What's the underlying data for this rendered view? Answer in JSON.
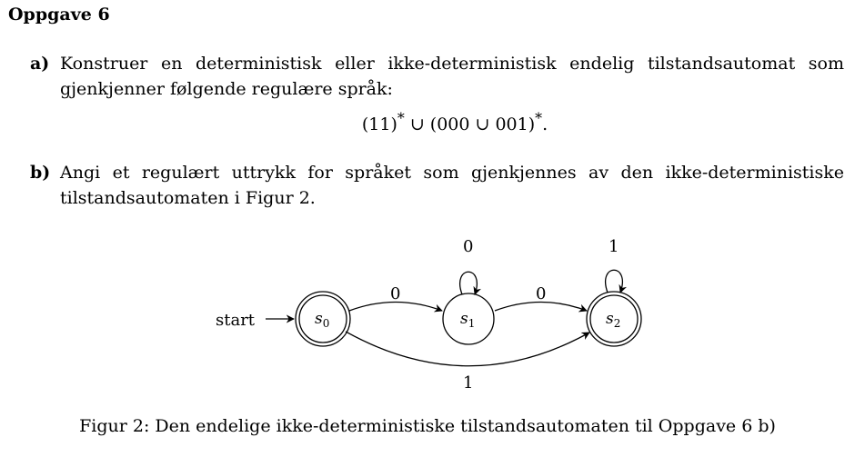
{
  "title": "Oppgave 6",
  "part_a": {
    "label": "a)",
    "text": "Konstruer en deterministisk eller ikke-deterministisk endelig tilstandsautomat som gjenkjenner følgende regulære språk:",
    "formula_part1": "(11)",
    "formula_star1": "*",
    "formula_union": " ∪ (000 ∪ 001)",
    "formula_star2": "*",
    "formula_end": "."
  },
  "part_b": {
    "label": "b)",
    "text": "Angi et regulært uttrykk for språket som gjenkjennes av den ikke-deterministiske tilstandsautomaten i Figur 2."
  },
  "diagram": {
    "start_label": "start",
    "states": [
      {
        "name": "s",
        "sub": "0",
        "accepting": true
      },
      {
        "name": "s",
        "sub": "1",
        "accepting": false
      },
      {
        "name": "s",
        "sub": "2",
        "accepting": true
      }
    ],
    "transitions": [
      {
        "from": "s0",
        "to": "s1",
        "label": "0"
      },
      {
        "from": "s1",
        "to": "s1",
        "label": "0"
      },
      {
        "from": "s1",
        "to": "s2",
        "label": "0"
      },
      {
        "from": "s2",
        "to": "s2",
        "label": "1"
      },
      {
        "from": "s0",
        "to": "s2",
        "label": "1"
      }
    ]
  },
  "caption": "Figur 2: Den endelige ikke-deterministiske tilstandsautomaten til Oppgave 6 b)"
}
